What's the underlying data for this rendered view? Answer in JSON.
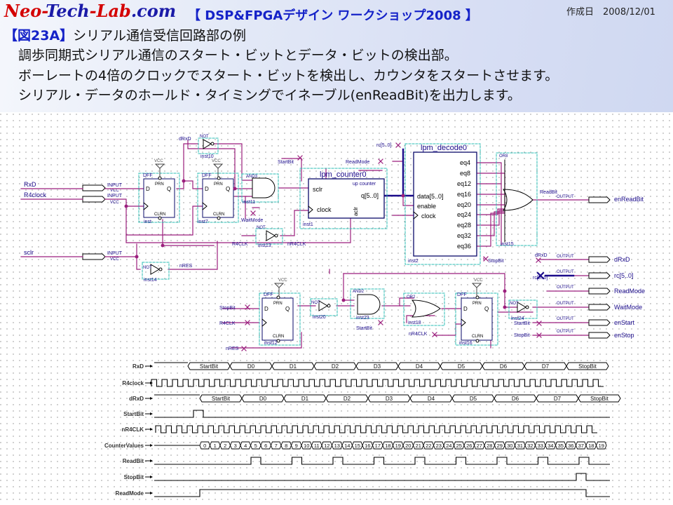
{
  "header": {
    "brand_part1": "Neo-",
    "brand_part2": "Tech",
    "brand_part3": "-Lab",
    "brand_part4": ".com",
    "workshop_title": "【 DSP&FPGAデザイン ワークショップ2008 】",
    "date": "作成日　2008/12/01",
    "figure_label": "【図23A】",
    "figure_title": "シリアル通信受信回路部の例",
    "lines": [
      "調歩同期式シリアル通信のスタート・ビットとデータ・ビットの検出部。",
      "ボーレートの4倍のクロックでスタート・ビットを検出し、カウンタをスタートさせます。",
      "シリアル・データのホールド・タイミングでイネーブル(enReadBit)を出力します。"
    ]
  },
  "schematic": {
    "inputs": [
      "RxD",
      "R4clock",
      "sclr"
    ],
    "input_tag": "INPUT",
    "vcc": "VCC",
    "dff": "DFF",
    "not": "NOT",
    "prn": "PRN",
    "clrn": "CLRN",
    "inst": [
      "inst",
      "inst7",
      "inst10",
      "inst11",
      "inst13",
      "inst1",
      "inst2",
      "inst15",
      "inst14",
      "inst12",
      "inst20",
      "inst23",
      "inst18",
      "inst16",
      "inst24"
    ],
    "and3": "AND3",
    "and2": "AND2",
    "or2": "OR2",
    "or8": "OR8",
    "counter_title": "lpm_counter0",
    "counter_sub": "up counter",
    "counter_ports": [
      "sclr",
      "clock",
      "q[5..0]",
      "aclr"
    ],
    "decoder_title": "lpm_decode0",
    "decoder_inputs": [
      "data[5..0]",
      "enable",
      "clock"
    ],
    "decoder_outputs": [
      "eq4",
      "eq8",
      "eq12",
      "eq16",
      "eq20",
      "eq24",
      "eq28",
      "eq32",
      "eq36"
    ],
    "nets": {
      "drxd": "dRxD",
      "startbit": "StartBit",
      "readmode": "ReadMode",
      "rc": "rc[5..0]",
      "waitmode": "WaitMode",
      "r4clk": "R4CLK",
      "nr4clk": "nR4CLK",
      "nres": "nRES",
      "readbit": "ReadBit",
      "stopbit": "StopBit",
      "drxd_out": "dRxD",
      "rc_out": "rc[5..0]"
    },
    "output_tag": "OUTPUT",
    "outputs": [
      "enReadBit",
      "dRxD",
      "rc[5..0]",
      "ReadMode",
      "WaitMode",
      "enStart",
      "enStop"
    ],
    "labels_lower": {
      "stopbit": "StopBit",
      "r4clk": "R4CLK",
      "nres": "nRES",
      "startbit": "StartBit",
      "nr4clk": "nR4CLK",
      "startbit2": "StartBit",
      "stopbit2": "StopBit"
    }
  },
  "timing": {
    "signals": [
      "RxD",
      "R4clock",
      "dRxD",
      "StartBit",
      "nR4CLK",
      "CounterValues",
      "ReadBit",
      "StopBit",
      "ReadMode"
    ],
    "rxd_bits": [
      "StartBit",
      "D0",
      "D1",
      "D2",
      "D3",
      "D4",
      "D5",
      "D6",
      "D7",
      "StopBit"
    ],
    "drxd_bits": [
      "StartBit",
      "D0",
      "D1",
      "D2",
      "D3",
      "D4",
      "D5",
      "D6",
      "D7",
      "StopBit"
    ],
    "counter_values": [
      "0",
      "1",
      "2",
      "3",
      "4",
      "5",
      "6",
      "7",
      "8",
      "9",
      "10",
      "11",
      "12",
      "13",
      "14",
      "15",
      "16",
      "17",
      "18",
      "19",
      "20",
      "21",
      "22",
      "23",
      "24",
      "25",
      "26",
      "27",
      "28",
      "29",
      "30",
      "31",
      "32",
      "33",
      "34",
      "35",
      "36",
      "37",
      "18",
      "19"
    ]
  },
  "colors": {
    "wire": "#9b1f7d",
    "wire_alt": "#2a0a9a",
    "bus": "#1a0a8a",
    "block": "#0a0a6a",
    "dashed": "#2bbeb4",
    "vcc": "#444",
    "brand_red": "#d40000",
    "brand_blue": "#1a1aa8"
  }
}
